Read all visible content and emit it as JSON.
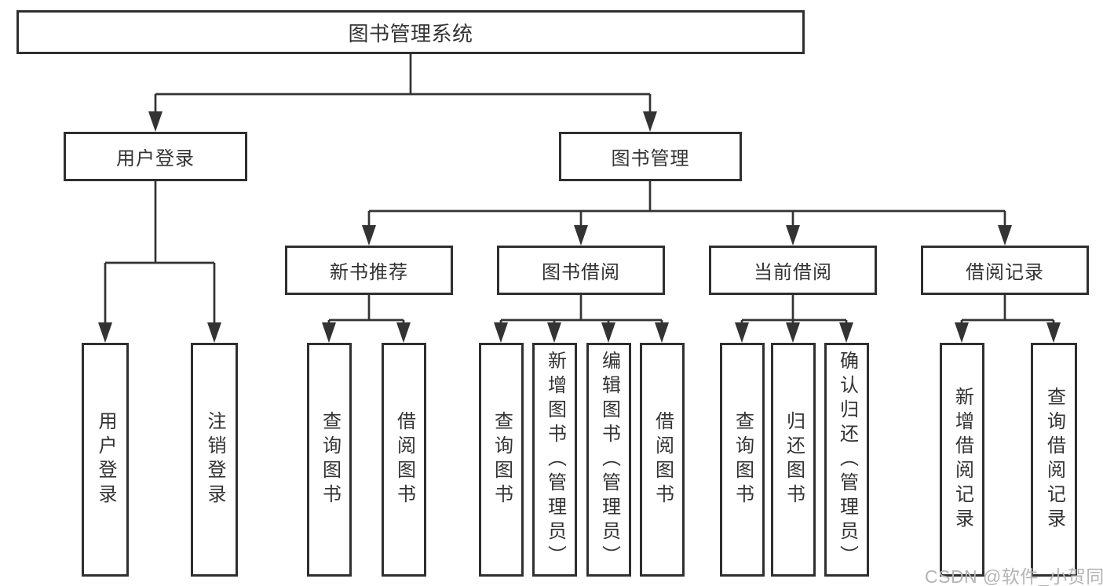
{
  "root": {
    "label": "图书管理系统"
  },
  "branches": {
    "login": {
      "label": "用户登录",
      "children": [
        {
          "label": "用户登录"
        },
        {
          "label": "注销登录"
        }
      ]
    },
    "mgmt": {
      "label": "图书管理"
    },
    "newbook": {
      "label": "新书推荐",
      "children": [
        {
          "label": "查询图书"
        },
        {
          "label": "借阅图书"
        }
      ]
    },
    "borrow": {
      "label": "图书借阅",
      "children": [
        {
          "label": "查询图书"
        },
        {
          "label": "新增图书（管理员）"
        },
        {
          "label": "编辑图书（管理员）"
        },
        {
          "label": "借阅图书"
        }
      ]
    },
    "current": {
      "label": "当前借阅",
      "children": [
        {
          "label": "查询图书"
        },
        {
          "label": "归还图书"
        },
        {
          "label": "确认归还（管理员）"
        }
      ]
    },
    "record": {
      "label": "借阅记录",
      "children": [
        {
          "label": "新增借阅记录"
        },
        {
          "label": "查询借阅记录"
        }
      ]
    }
  },
  "watermark": {
    "text": "CSDN @软件_小贺同学"
  },
  "colors": {
    "line": "#333333",
    "box_border": "#2f2f2f",
    "text": "#333333",
    "watermark_text": "#b4b4b4",
    "background": "#ffffff"
  }
}
